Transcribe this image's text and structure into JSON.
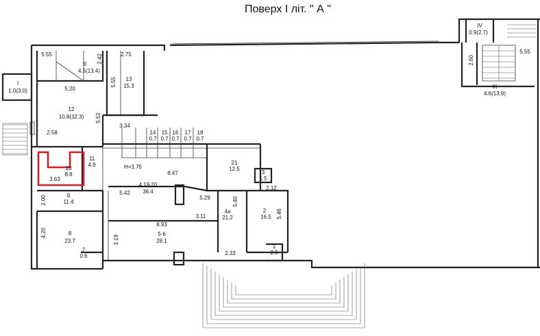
{
  "title": "Поверх  І   літ. \" А \"",
  "highlight_color": "#d21f26",
  "rooms": [
    {
      "id": "I",
      "num": "I",
      "area": "1.0(3.0)"
    },
    {
      "id": "II",
      "num": "II",
      "area": "4.5(13.4)"
    },
    {
      "id": "13",
      "num": "13",
      "area": "15.3"
    },
    {
      "id": "12",
      "num": "12",
      "area": "10.8(32.3)"
    },
    {
      "id": "10",
      "num": "10",
      "area": "8.8"
    },
    {
      "id": "11",
      "num": "11",
      "area": "4.9"
    },
    {
      "id": "9",
      "num": "9",
      "area": "11.4"
    },
    {
      "id": "8",
      "num": "8",
      "area": "23.7"
    },
    {
      "id": "7",
      "num": "7",
      "area": "0.6"
    },
    {
      "id": "4_19_20",
      "num": "4,19,20",
      "area": "36.4"
    },
    {
      "id": "21",
      "num": "21",
      "area": "12.5"
    },
    {
      "id": "3",
      "num": "3",
      "area": "1.5"
    },
    {
      "id": "4a",
      "num": "4a",
      "area": "21.2"
    },
    {
      "id": "2",
      "num": "2",
      "area": "16.5"
    },
    {
      "id": "5_6",
      "num": "5-6",
      "area": "28.1"
    },
    {
      "id": "1",
      "num": "1",
      "area": "2.5"
    },
    {
      "id": "III",
      "num": "III",
      "area": "4.6(13.9)"
    },
    {
      "id": "IV",
      "num": "IV",
      "area": "0.9(2.7)"
    },
    {
      "id": "14",
      "num": "14",
      "area": "0.7"
    },
    {
      "id": "15",
      "num": "15",
      "area": "0.7"
    },
    {
      "id": "16",
      "num": "16",
      "area": "0.7"
    },
    {
      "id": "17",
      "num": "17",
      "area": "0.7"
    },
    {
      "id": "18",
      "num": "18",
      "area": "0.7"
    }
  ],
  "dimensions": {
    "d_555_a": "5.55",
    "d_242": "2.42",
    "d_275": "2.75",
    "d_555_b": "5.55",
    "d_520": "5.20",
    "d_552": "5.52",
    "d_334": "3.34",
    "d_258": "2.58",
    "d_363": "3.63",
    "d_h375": "H=3.75",
    "d_847": "8.47",
    "d_542": "5.42",
    "d_529": "5.29",
    "d_540": "5.40",
    "d_212": "2.12",
    "d_546": "5.46",
    "d_200": "2.00",
    "d_311": "3.11",
    "d_893": "8.93",
    "d_420": "4.20",
    "d_319": "3.19",
    "d_233": "2.33",
    "d_260": "2.60",
    "d_555_c": "5.55"
  }
}
